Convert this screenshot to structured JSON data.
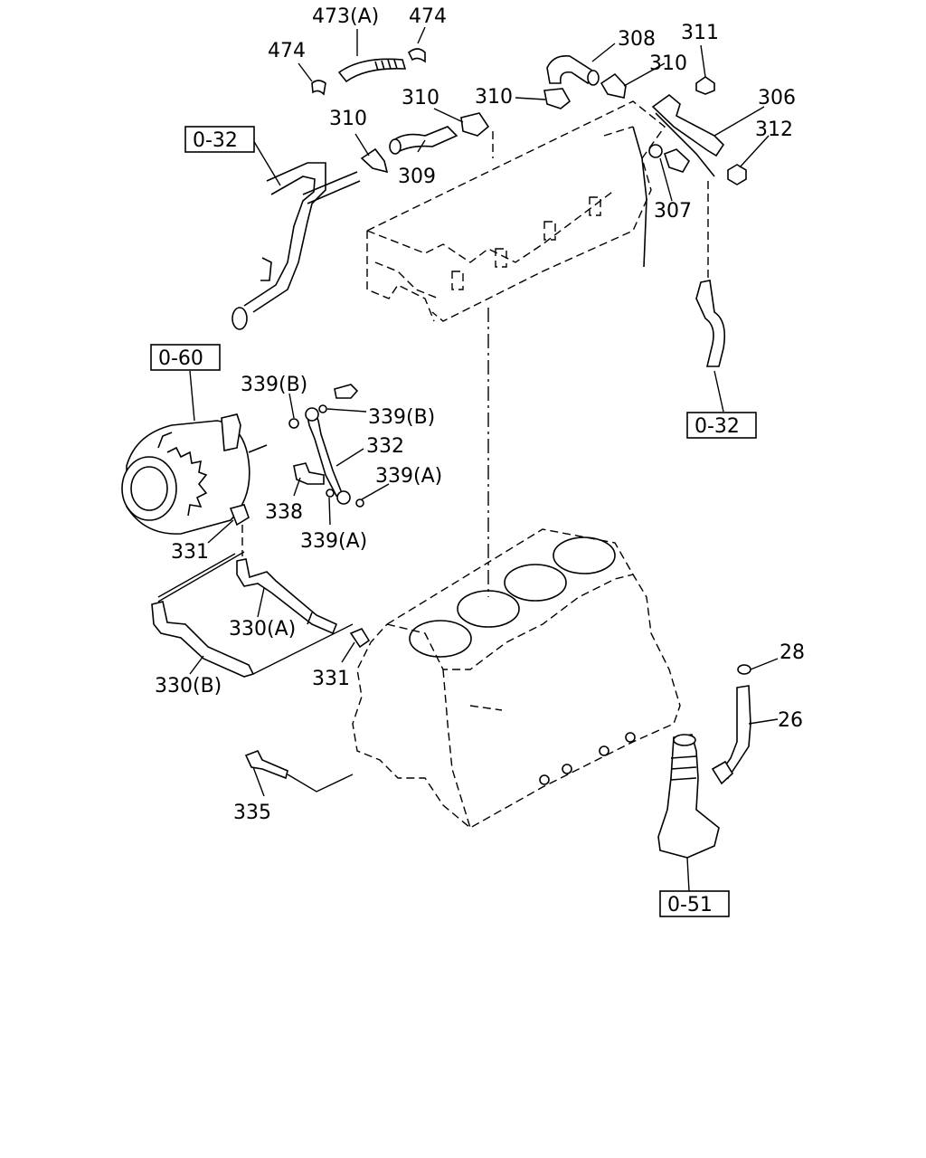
{
  "callouts": {
    "p473a": "473(A)",
    "p474_top": "474",
    "p474_left": "474",
    "p308": "308",
    "p311": "311",
    "p310_right": "310",
    "p310_mid": "310",
    "p310_center": "310",
    "p310_left": "310",
    "p306": "306",
    "p312": "312",
    "p309": "309",
    "p307": "307",
    "p339b_left": "339(B)",
    "p339b_right": "339(B)",
    "p332": "332",
    "p339a_right": "339(A)",
    "p338": "338",
    "p339a_bottom": "339(A)",
    "p331_top": "331",
    "p330a": "330(A)",
    "p330b": "330(B)",
    "p331_bottom": "331",
    "p28": "28",
    "p26": "26",
    "p335": "335"
  },
  "references": {
    "ref_032_top": "0-32",
    "ref_060": "0-60",
    "ref_032_right": "0-32",
    "ref_051": "0-51"
  }
}
